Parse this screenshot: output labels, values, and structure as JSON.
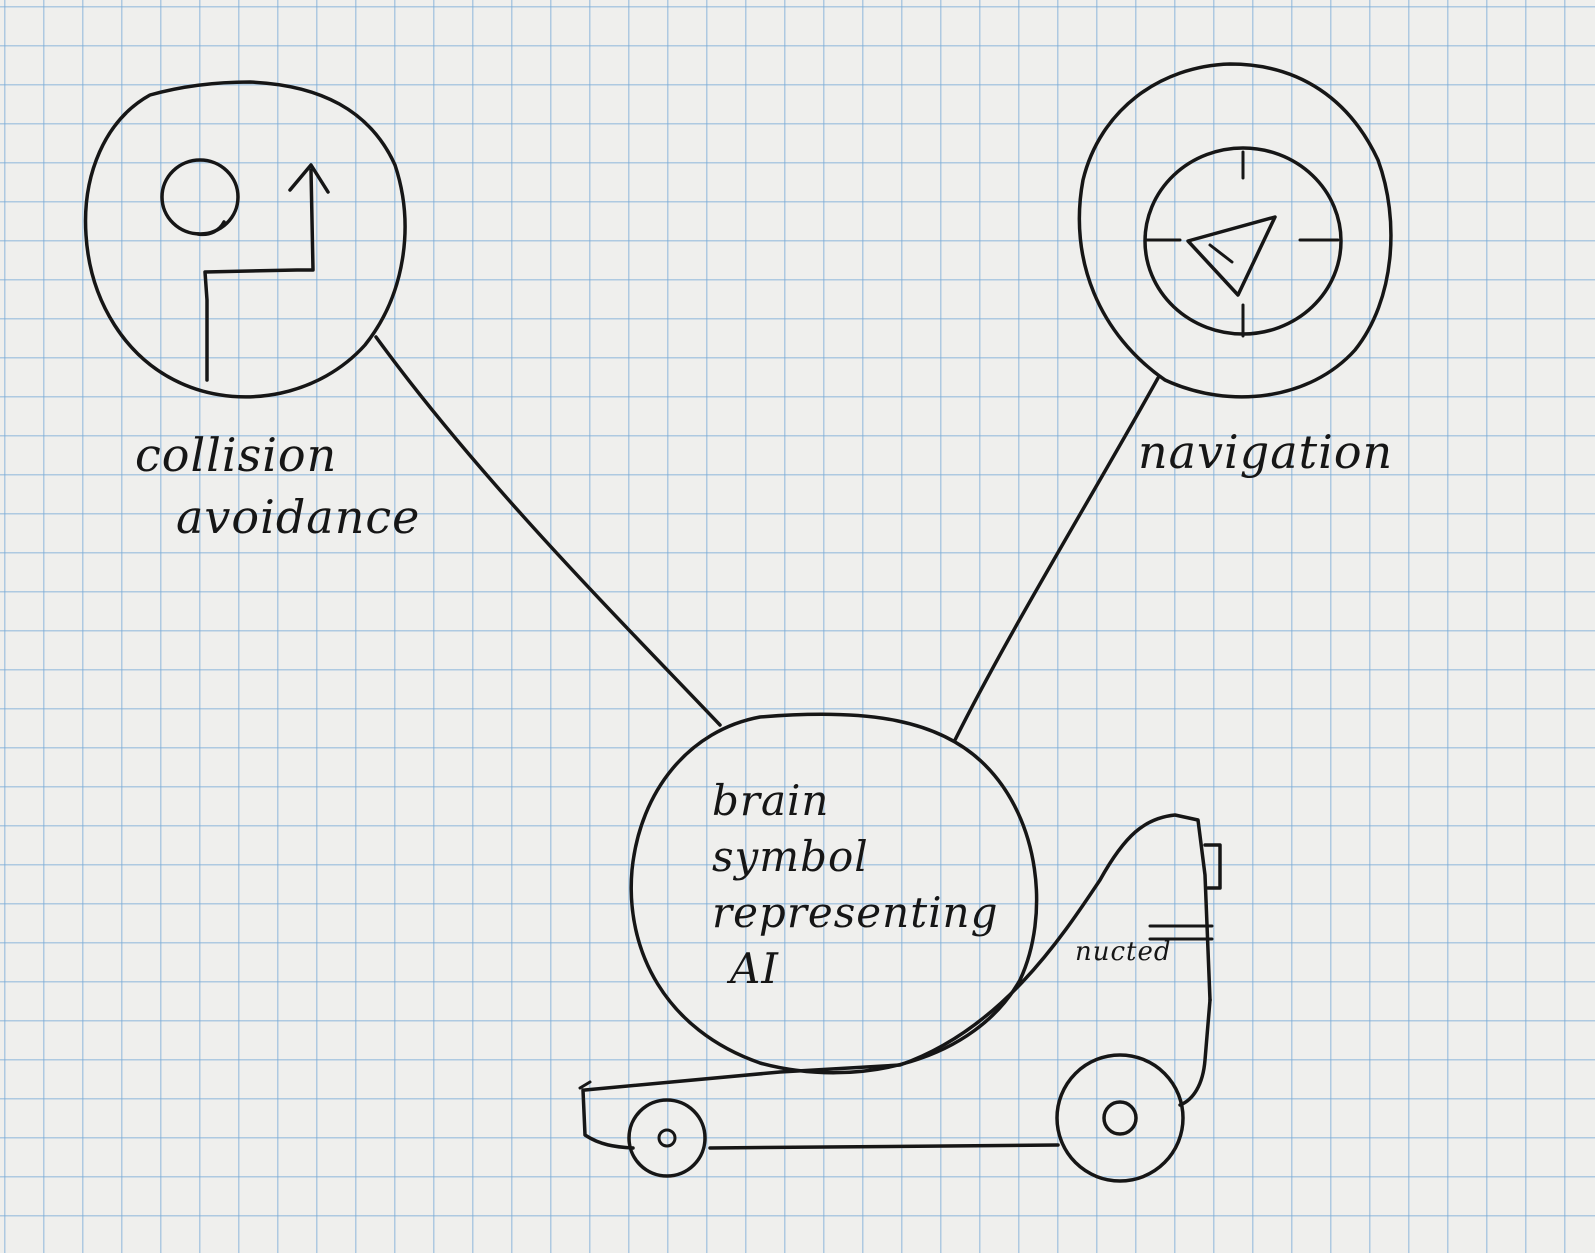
{
  "diagram": {
    "collision": {
      "line1": "collision",
      "line2": "avoidance",
      "icon": "maze-path-icon"
    },
    "navigation": {
      "label": "navigation",
      "icon": "compass-crosshair-icon"
    },
    "brain": {
      "lines": [
        "brain",
        "symbol",
        "representing",
        "AI"
      ]
    },
    "vehicle": {
      "label": "nucted",
      "icon": "car-icon"
    }
  },
  "colors": {
    "ink": "#161616",
    "paper": "#efefed",
    "grid": "#78aad7"
  }
}
